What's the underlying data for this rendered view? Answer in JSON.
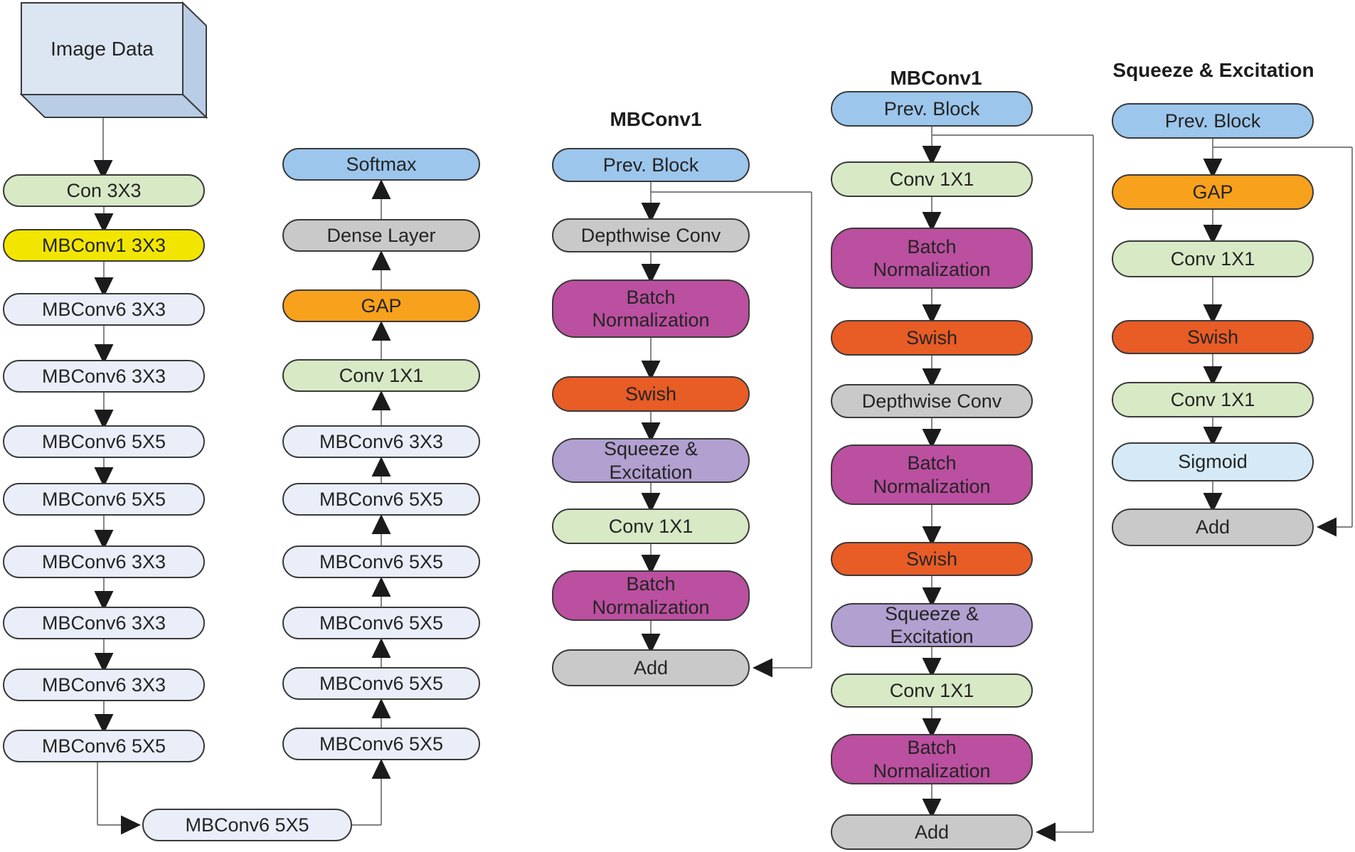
{
  "image_data": {
    "label": "Image Data"
  },
  "columns": [
    {
      "name": "backbone-left",
      "header": null,
      "blocks": [
        {
          "label": "Con 3X3",
          "color": "green"
        },
        {
          "label": "MBConv1 3X3",
          "color": "yellow"
        },
        {
          "label": "MBConv6 3X3",
          "color": "pale"
        },
        {
          "label": "MBConv6 3X3",
          "color": "pale"
        },
        {
          "label": "MBConv6 5X5",
          "color": "pale"
        },
        {
          "label": "MBConv6 5X5",
          "color": "pale"
        },
        {
          "label": "MBConv6 3X3",
          "color": "pale"
        },
        {
          "label": "MBConv6 3X3",
          "color": "pale"
        },
        {
          "label": "MBConv6 3X3",
          "color": "pale"
        },
        {
          "label": "MBConv6 5X5",
          "color": "pale"
        }
      ]
    },
    {
      "name": "backbone-right",
      "header": null,
      "blocks": [
        {
          "label": "Softmax",
          "color": "blue"
        },
        {
          "label": "Dense Layer",
          "color": "gray"
        },
        {
          "label": "GAP",
          "color": "orange"
        },
        {
          "label": "Conv 1X1",
          "color": "green"
        },
        {
          "label": "MBConv6 3X3",
          "color": "pale"
        },
        {
          "label": "MBConv6 5X5",
          "color": "pale"
        },
        {
          "label": "MBConv6 5X5",
          "color": "pale"
        },
        {
          "label": "MBConv6 5X5",
          "color": "pale"
        },
        {
          "label": "MBConv6 5X5",
          "color": "pale"
        },
        {
          "label": "MBConv6 5X5",
          "color": "pale"
        }
      ]
    },
    {
      "name": "mbconv1-detail",
      "header": "MBConv1",
      "blocks": [
        {
          "label": "Prev. Block",
          "color": "blue"
        },
        {
          "label": "Depthwise Conv",
          "color": "gray"
        },
        {
          "label": "Batch Normalization",
          "color": "magenta"
        },
        {
          "label": "Swish",
          "color": "red"
        },
        {
          "label": "Squeeze & Excitation",
          "color": "purple"
        },
        {
          "label": "Conv 1X1",
          "color": "green"
        },
        {
          "label": "Batch Normalization",
          "color": "magenta"
        },
        {
          "label": "Add",
          "color": "gray"
        }
      ]
    },
    {
      "name": "mbconv1-expanded-detail",
      "header": "MBConv1",
      "blocks": [
        {
          "label": "Prev. Block",
          "color": "blue"
        },
        {
          "label": "Conv 1X1",
          "color": "green"
        },
        {
          "label": "Batch Normalization",
          "color": "magenta"
        },
        {
          "label": "Swish",
          "color": "red"
        },
        {
          "label": "Depthwise Conv",
          "color": "gray"
        },
        {
          "label": "Batch Normalization",
          "color": "magenta"
        },
        {
          "label": "Swish",
          "color": "red"
        },
        {
          "label": "Squeeze & Excitation",
          "color": "purple"
        },
        {
          "label": "Conv 1X1",
          "color": "green"
        },
        {
          "label": "Batch Normalization",
          "color": "magenta"
        },
        {
          "label": "Add",
          "color": "gray"
        }
      ]
    },
    {
      "name": "squeeze-excitation-detail",
      "header": "Squeeze & Excitation",
      "blocks": [
        {
          "label": "Prev. Block",
          "color": "blue"
        },
        {
          "label": "GAP",
          "color": "orange"
        },
        {
          "label": "Conv 1X1",
          "color": "green"
        },
        {
          "label": "Swish",
          "color": "red"
        },
        {
          "label": "Conv 1X1",
          "color": "green"
        },
        {
          "label": "Sigmoid",
          "color": "lightblue"
        },
        {
          "label": "Add",
          "color": "gray"
        }
      ]
    }
  ],
  "bridge_block": {
    "label": "MBConv6 5X5",
    "color": "pale"
  },
  "colors": {
    "blue": "#9cc6ec",
    "pale": "#e9eef9",
    "yellow": "#f2e600",
    "green": "#d8e9c5",
    "orange": "#f8a11d",
    "red": "#e85c26",
    "magenta": "#bb4fa0",
    "purple": "#b1a0d0",
    "gray": "#c9c9c9",
    "lightblue": "#d5eaf6",
    "box_front": "#dce5f2",
    "box_side": "#b9cde6",
    "line": "#707070",
    "arrow": "#1b1b1b",
    "border": "#3a3a3a",
    "text": "#242424"
  }
}
